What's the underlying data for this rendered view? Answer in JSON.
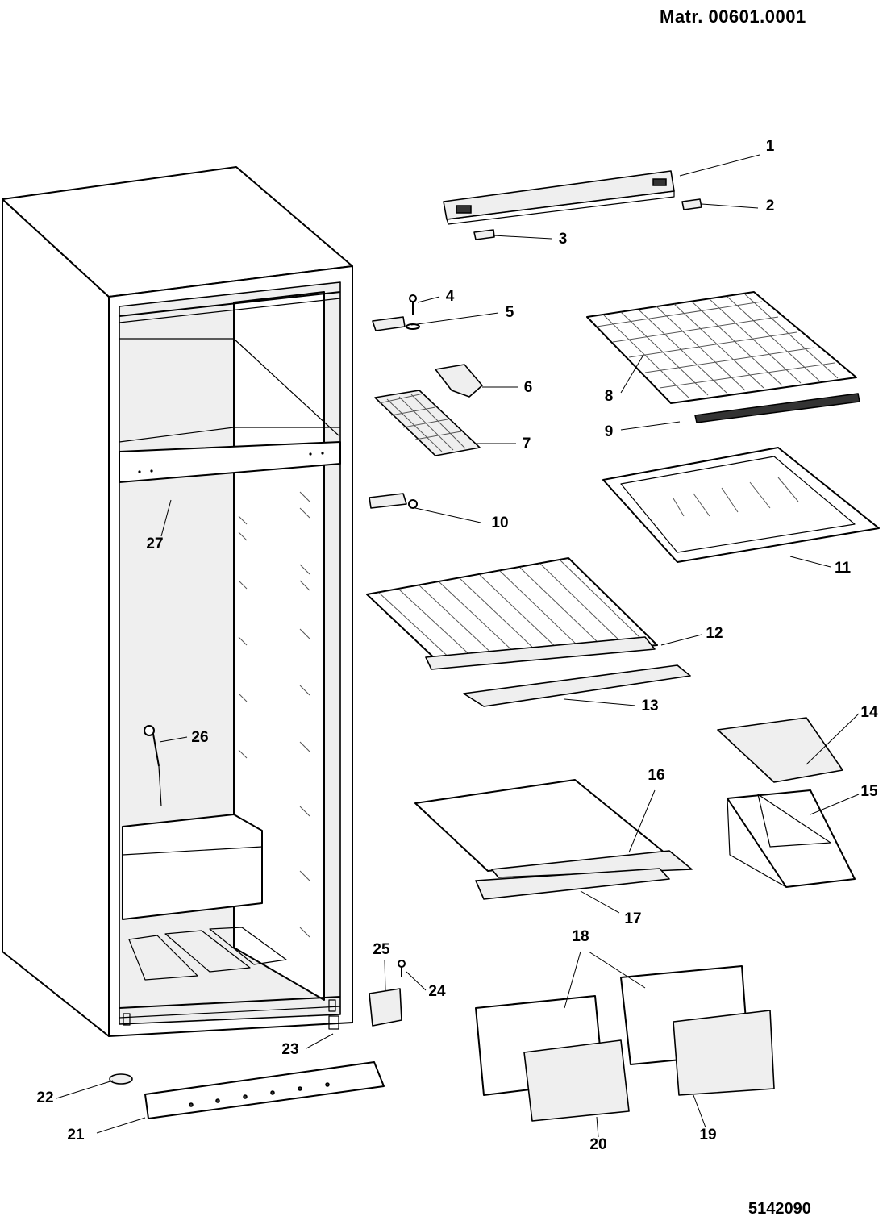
{
  "header": {
    "material_number": "Matr. 00601.0001"
  },
  "footer": {
    "drawing_code": "5142090"
  },
  "callouts": [
    "1",
    "2",
    "3",
    "4",
    "5",
    "6",
    "7",
    "8",
    "9",
    "10",
    "11",
    "12",
    "13",
    "14",
    "15",
    "16",
    "17",
    "18",
    "19",
    "20",
    "21",
    "22",
    "23",
    "24",
    "25",
    "26",
    "27"
  ]
}
